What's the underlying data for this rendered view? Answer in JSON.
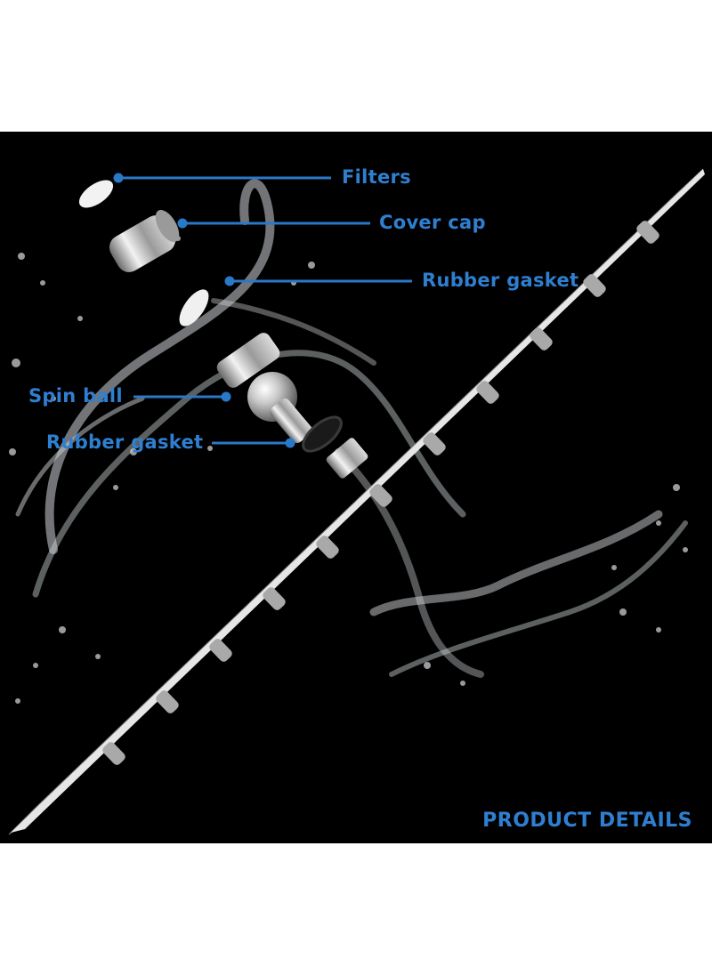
{
  "image": {
    "heading": "PRODUCT DETAILS",
    "accent_color": "#2f7fd1",
    "line_color": "#2a78c8",
    "background_color": "#000000"
  },
  "callouts": [
    {
      "label": "Filters"
    },
    {
      "label": "Cover cap"
    },
    {
      "label": "Rubber gasket"
    },
    {
      "label": "Spin ball"
    },
    {
      "label": "Rubber gasket"
    }
  ],
  "icons": [
    "shower-head-icon",
    "water-splash-icon",
    "filter-disc-icon",
    "cover-cap-icon",
    "spin-ball-icon",
    "gasket-ring-icon"
  ]
}
